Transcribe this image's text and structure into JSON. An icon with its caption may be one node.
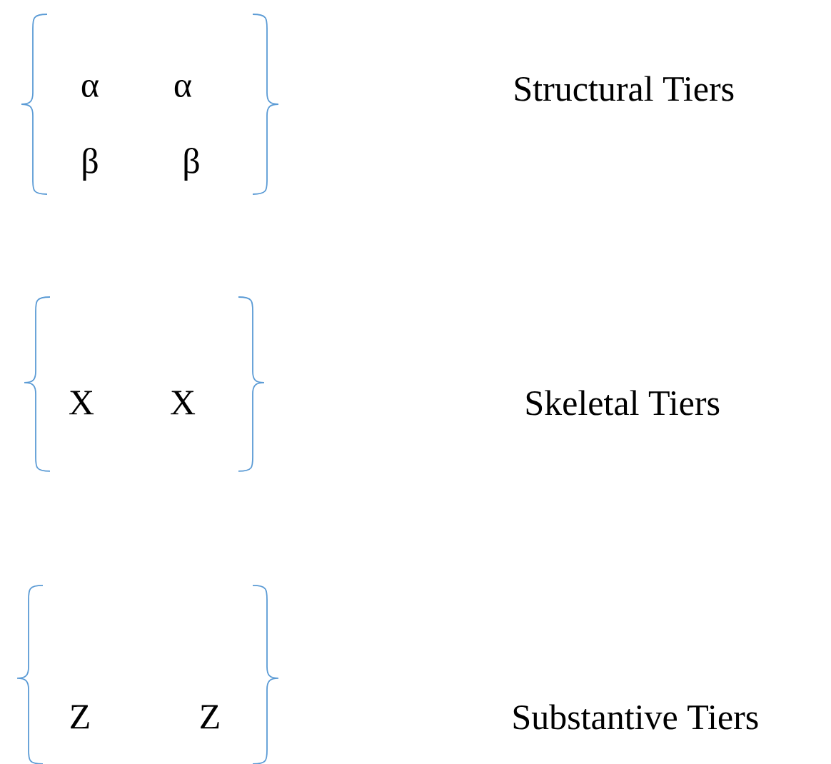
{
  "diagram": {
    "labels": [
      "α",
      "α",
      "Structural Tiers",
      "β",
      "β",
      "X",
      "X",
      "Skeletal Tiers",
      "Z",
      "Z",
      "Substantive Tiers"
    ]
  }
}
